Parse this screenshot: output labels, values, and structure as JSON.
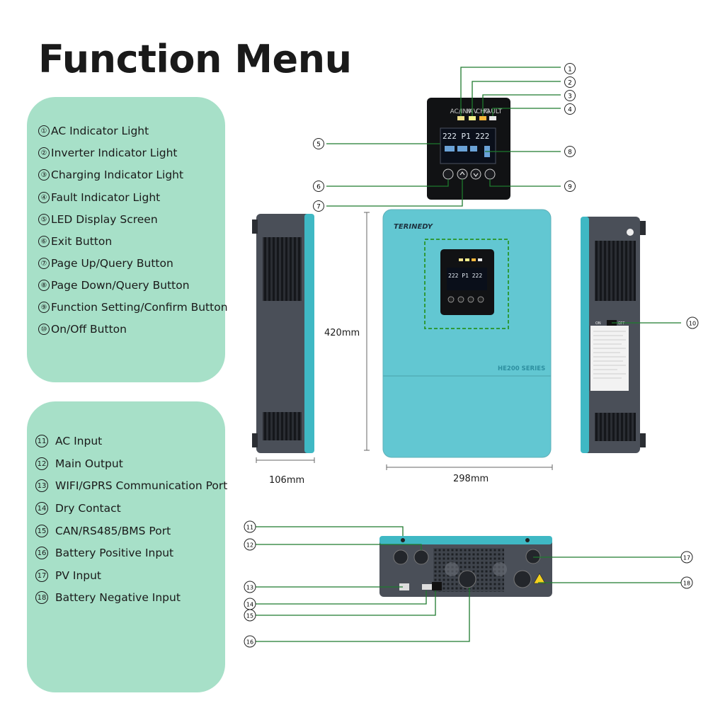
{
  "title": "Function Menu",
  "panel1_items": [
    {
      "num": "①",
      "label": "AC Indicator Light"
    },
    {
      "num": "②",
      "label": "Inverter Indicator Light"
    },
    {
      "num": "③",
      "label": "Charging Indicator Light"
    },
    {
      "num": "④",
      "label": "Fault Indicator Light"
    },
    {
      "num": "⑤",
      "label": "LED Display Screen"
    },
    {
      "num": "⑥",
      "label": "Exit Button"
    },
    {
      "num": "⑦",
      "label": "Page Up/Query Button"
    },
    {
      "num": "⑧",
      "label": "Page Down/Query Button"
    },
    {
      "num": "⑨",
      "label": "Function Setting/Confirm Button"
    },
    {
      "num": "⑩",
      "label": "On/Off Button"
    }
  ],
  "panel2_items": [
    {
      "num": "11",
      "label": "AC Input"
    },
    {
      "num": "12",
      "label": "Main Output"
    },
    {
      "num": "13",
      "label": "WIFI/GPRS Communication Port"
    },
    {
      "num": "14",
      "label": "Dry Contact"
    },
    {
      "num": "15",
      "label": "CAN/RS485/BMS Port"
    },
    {
      "num": "16",
      "label": "Battery Positive Input"
    },
    {
      "num": "17",
      "label": "PV Input"
    },
    {
      "num": "18",
      "label": "Battery Negative Input"
    }
  ],
  "dimensions": {
    "height": "420mm",
    "depth": "106mm",
    "width": "298mm"
  },
  "device": {
    "brand": "TERINEDY",
    "series": "HE200 SERIES",
    "lcd_text": "222 P1 222",
    "indicator_labels": [
      "AC/INV",
      "INV",
      "CHG",
      "FAULT"
    ],
    "switch_labels": [
      "ON",
      "OFF"
    ]
  },
  "colors": {
    "panel": "#a7e0c8",
    "device_teal": "#5cc6d0",
    "device_dark": "#4a4f58",
    "callout_line": "#1e7a2e"
  }
}
